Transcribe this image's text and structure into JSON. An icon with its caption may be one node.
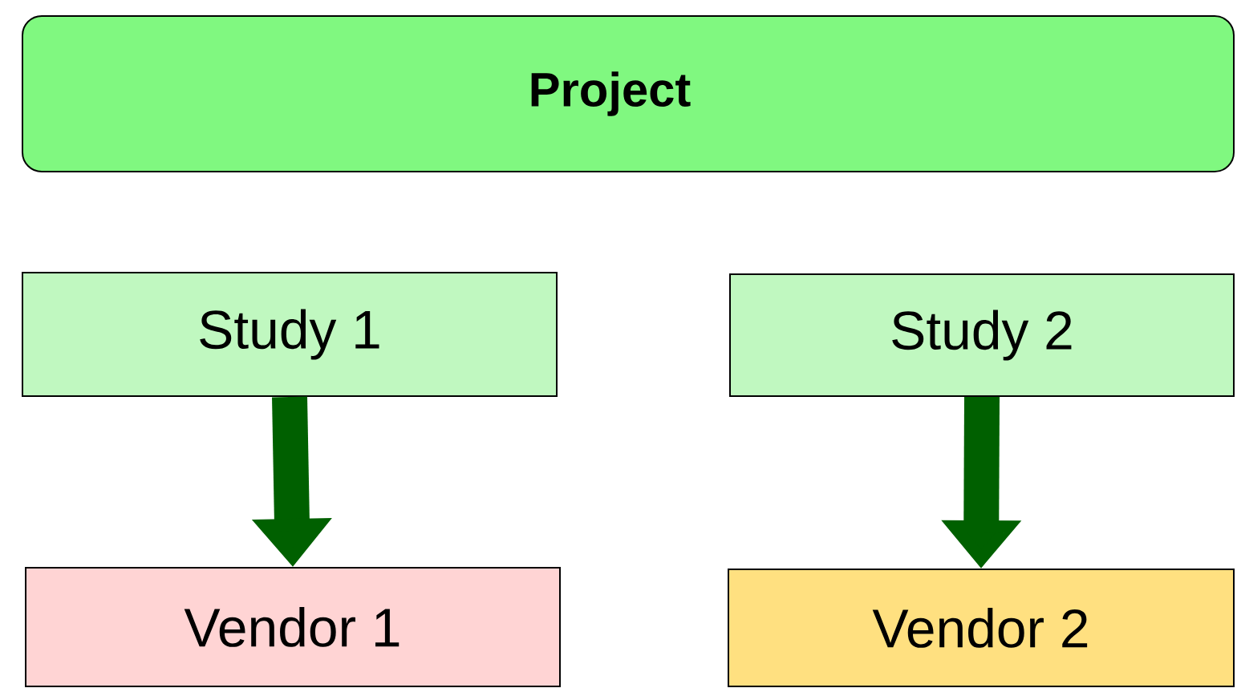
{
  "diagram": {
    "nodes": [
      {
        "text": [
          "Project"
        ]
      },
      {
        "text": [
          "Study 1"
        ]
      },
      {
        "text": [
          "Study 2"
        ]
      },
      {
        "text": [
          "Vendor 1"
        ]
      },
      {
        "text": [
          "Vendor 2"
        ]
      }
    ],
    "edges": [
      {
        "from": 1,
        "to": 3,
        "arrow": "to"
      },
      {
        "from": 2,
        "to": 4,
        "arrow": "to"
      }
    ]
  }
}
